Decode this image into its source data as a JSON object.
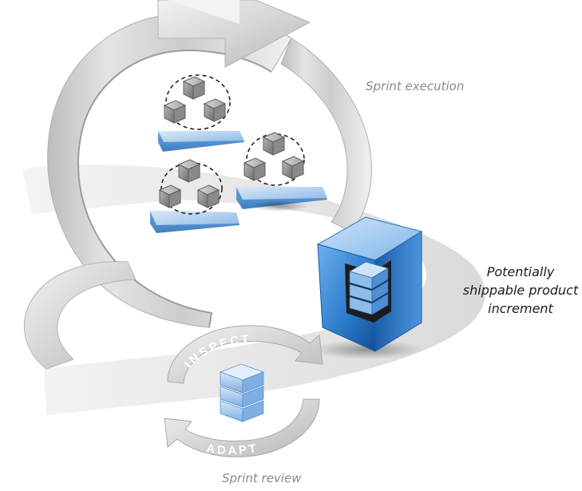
{
  "labels": {
    "sprint_execution": "Sprint execution",
    "increment_line1": "Potentially",
    "increment_line2": "shippable product",
    "increment_line3": "increment",
    "inspect": "INSPECT",
    "adapt": "ADAPT",
    "sprint_review": "Sprint review"
  },
  "colors": {
    "arrow_light": "#e9e9e9",
    "arrow_mid": "#cfcfcf",
    "arrow_dark": "#9a9a9a",
    "blue_light": "#bcd6f1",
    "blue_mid": "#6aa6e0",
    "blue_dark": "#1a5fae",
    "cube_gray": "#8d8d8d",
    "label_gray": "#8a8a8a",
    "label_dark": "#1b1b1b"
  }
}
